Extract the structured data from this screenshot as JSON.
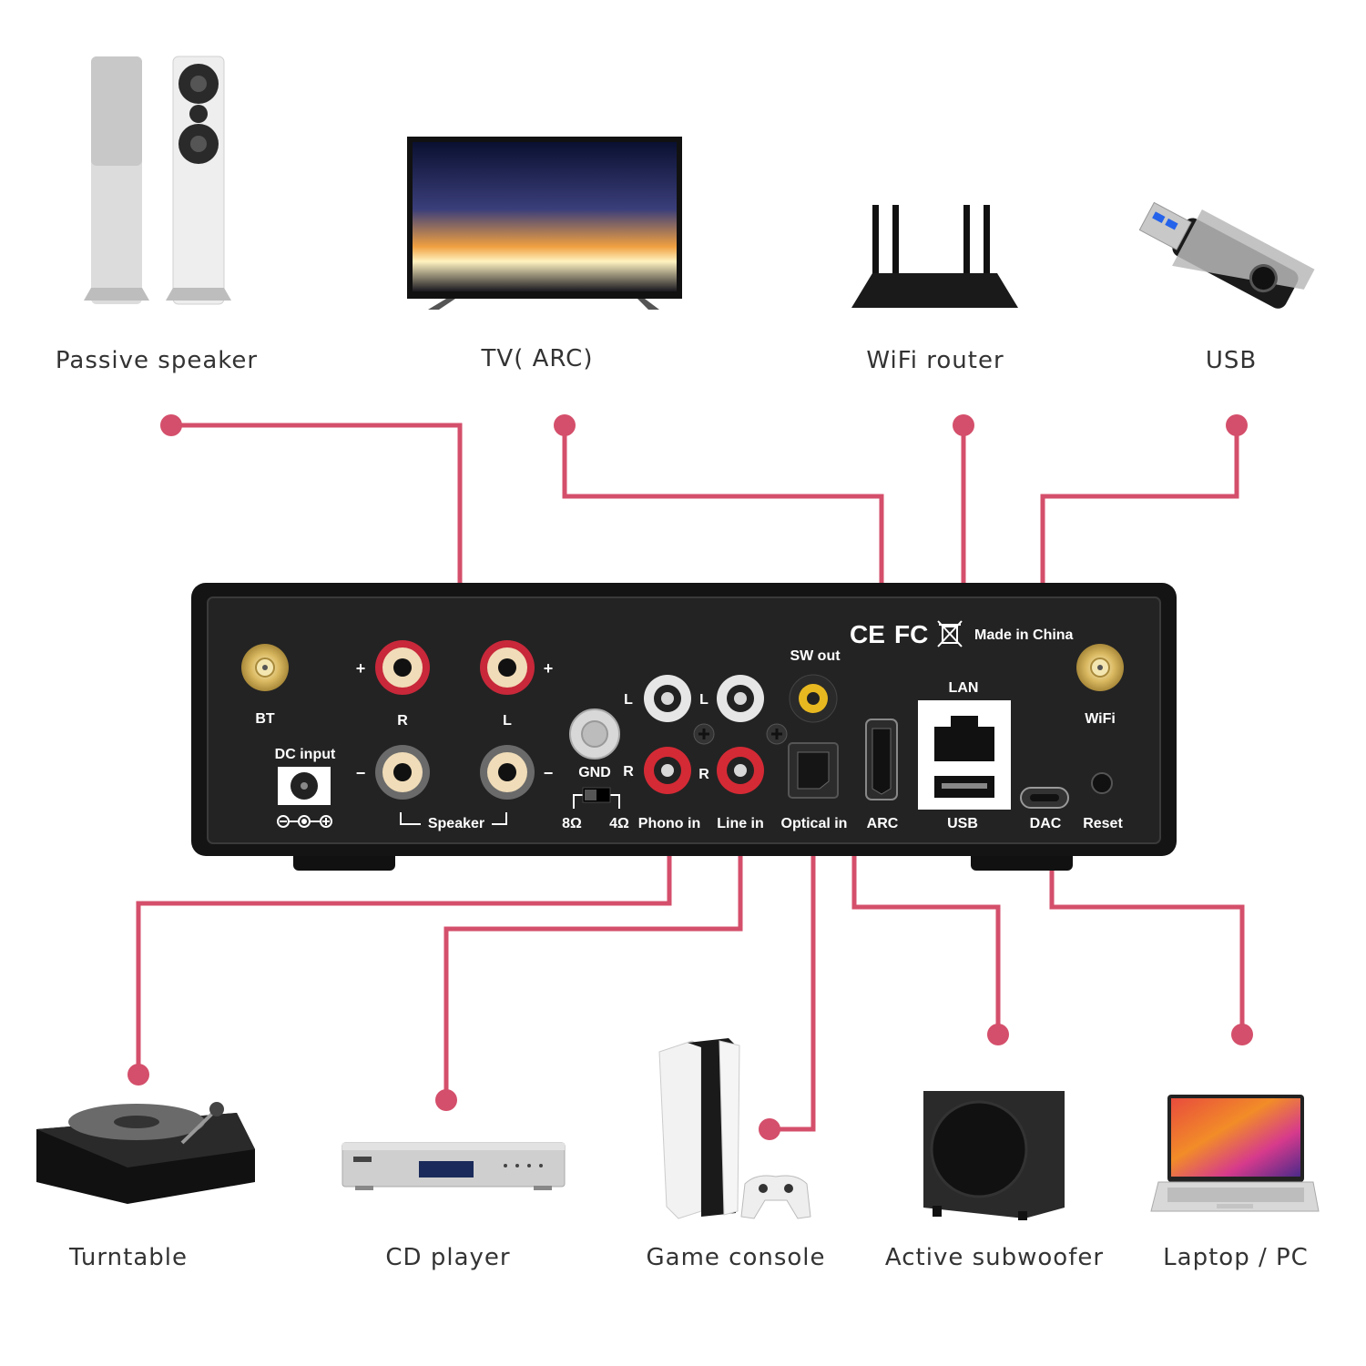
{
  "devices": {
    "passive_speaker": "Passive speaker",
    "tv_arc": "TV( ARC)",
    "wifi_router": "WiFi router",
    "usb": "USB",
    "turntable": "Turntable",
    "cd_player": "CD player",
    "game_console": "Game console",
    "active_subwoofer": "Active subwoofer",
    "laptop_pc": "Laptop / PC"
  },
  "panel": {
    "bt": "BT",
    "wifi": "WiFi",
    "dc_input": "DC input",
    "speaker": "Speaker",
    "r": "R",
    "l": "L",
    "plus": "+",
    "minus": "−",
    "gnd": "GND",
    "ohm8": "8Ω",
    "ohm4": "4Ω",
    "phono_in": "Phono in",
    "line_in": "Line in",
    "sw_out": "SW out",
    "optical_in": "Optical in",
    "arc": "ARC",
    "lan": "LAN",
    "usb": "USB",
    "dac": "DAC",
    "reset": "Reset",
    "made_in": "Made in China",
    "ce": "CE",
    "fc": "FC"
  },
  "colors": {
    "connector_line": "#d44f6b",
    "panel": "#1c1c1c",
    "device_text": "#333333"
  }
}
